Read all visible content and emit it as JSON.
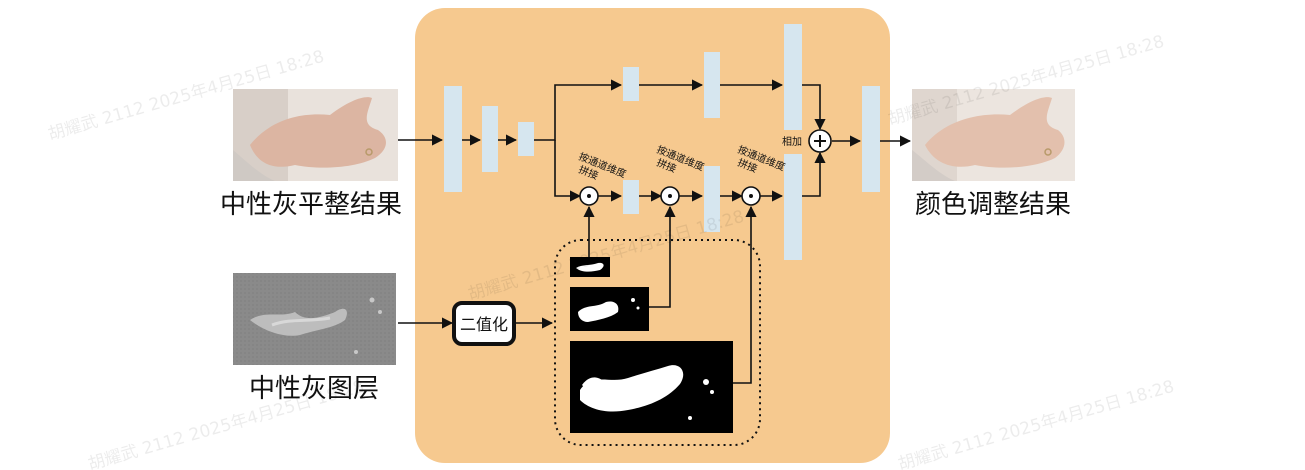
{
  "labels": {
    "input_image": "中性灰平整结果",
    "gray_layer": "中性灰图层",
    "output_image": "颜色调整结果",
    "binarize": "二值化",
    "concat_line1": "按通道维度",
    "concat_line2": "拼接",
    "add_label": "相加"
  },
  "watermark": "胡耀武 2112 2025年4月25日 18:28",
  "colors": {
    "panel": "#f6c98f",
    "block": "#d6e6ef",
    "stroke": "#111111"
  },
  "icons": {
    "concat_op": "dot-circle-icon",
    "add_op": "plus-circle-icon",
    "arrow": "arrow-right-icon"
  }
}
